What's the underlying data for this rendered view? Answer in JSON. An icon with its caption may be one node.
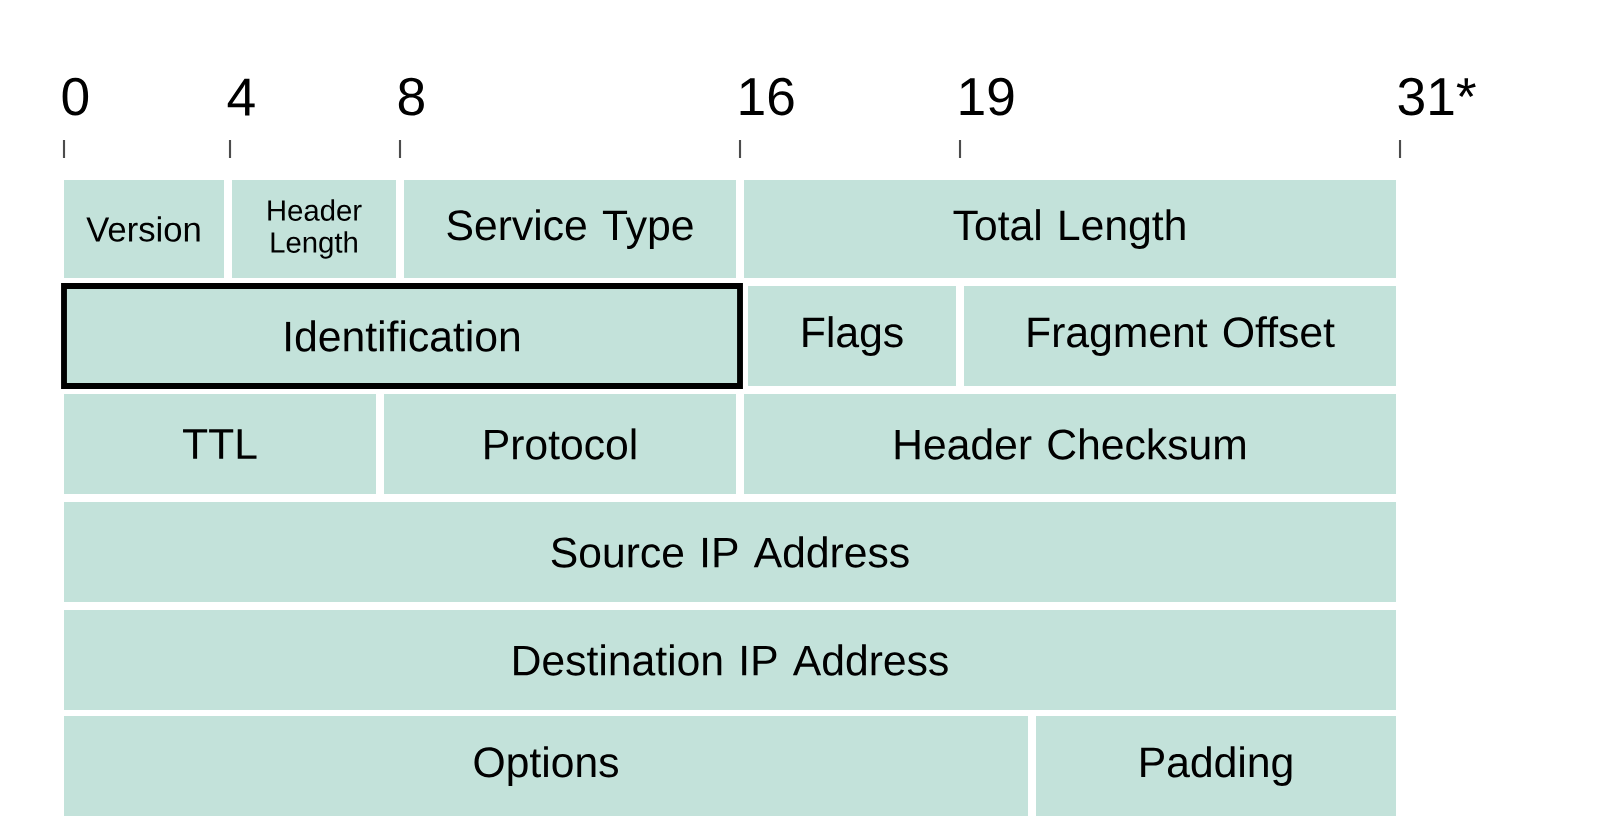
{
  "diagram": {
    "nodes": [
      {
        "text": [
          "Version"
        ]
      },
      {
        "text": [
          "Header Length"
        ]
      },
      {
        "text": [
          "Service Type"
        ]
      },
      {
        "text": [
          "Total Length"
        ]
      },
      {
        "text": [
          "Identification"
        ]
      },
      {
        "text": [
          "Flags"
        ]
      },
      {
        "text": [
          "Fragment Offset"
        ]
      },
      {
        "text": [
          "TTL"
        ]
      },
      {
        "text": [
          "Protocol"
        ]
      },
      {
        "text": [
          "Header Checksum"
        ]
      },
      {
        "text": [
          "Source IP Address"
        ]
      },
      {
        "text": [
          "Destination IP Address"
        ]
      },
      {
        "text": [
          "Options"
        ]
      },
      {
        "text": [
          "Padding"
        ]
      }
    ],
    "edges": [],
    "labels": [
      "0",
      "4",
      "8",
      "16",
      "19",
      "31*"
    ]
  }
}
